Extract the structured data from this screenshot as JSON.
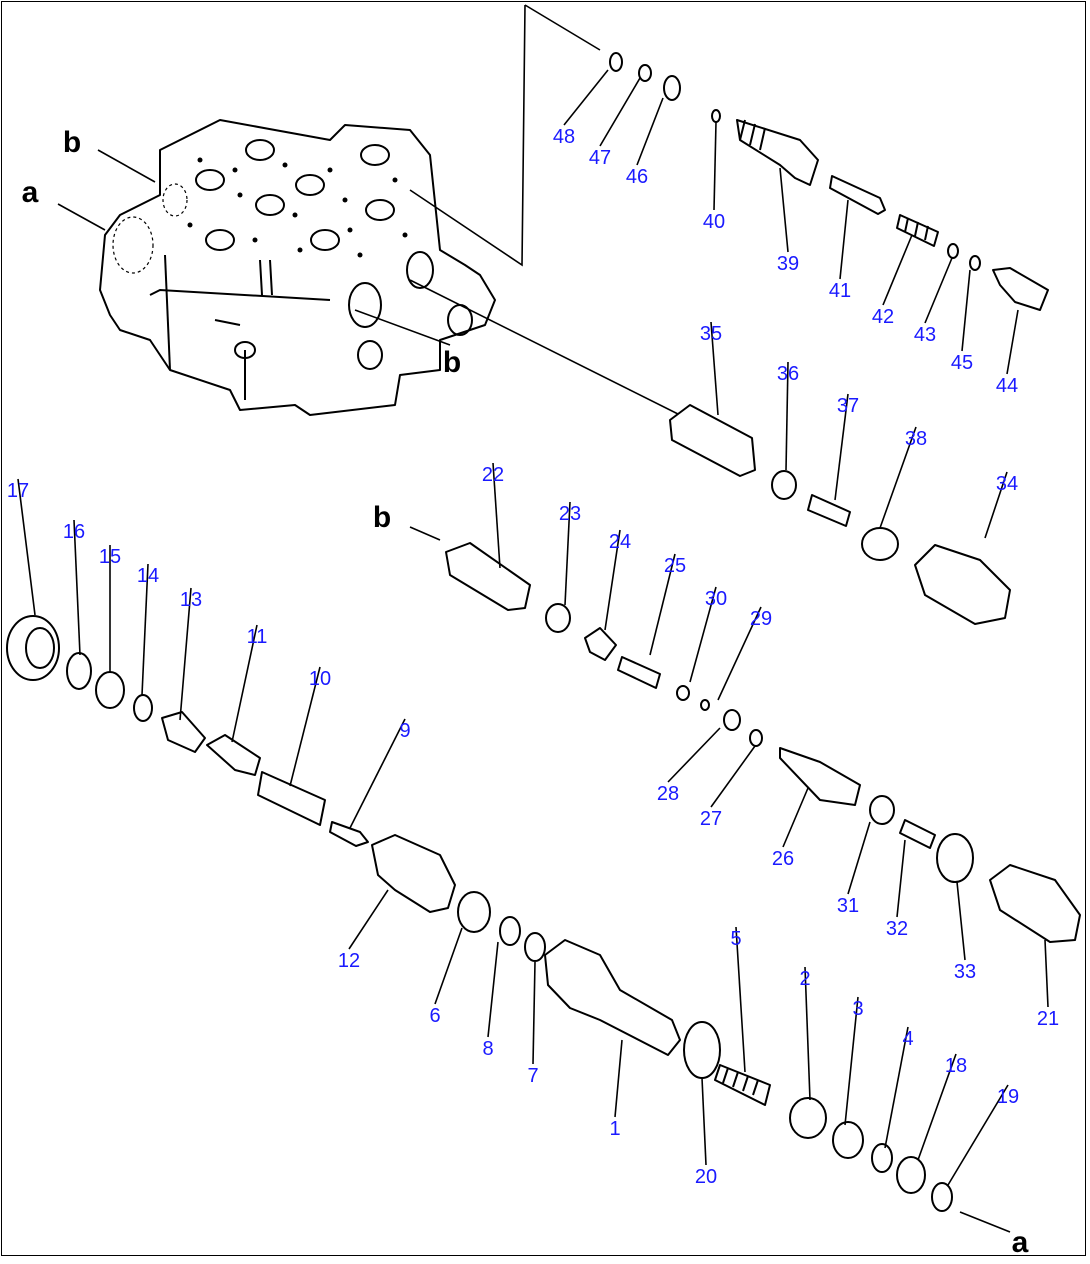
{
  "diagram": {
    "part_numbers": [
      "1",
      "2",
      "3",
      "4",
      "5",
      "6",
      "7",
      "8",
      "9",
      "10",
      "11",
      "12",
      "13",
      "14",
      "15",
      "16",
      "17",
      "18",
      "19",
      "20",
      "21",
      "22",
      "23",
      "24",
      "25",
      "26",
      "27",
      "28",
      "29",
      "30",
      "31",
      "32",
      "33",
      "34",
      "35",
      "36",
      "37",
      "38",
      "39",
      "40",
      "41",
      "42",
      "43",
      "44",
      "45",
      "46",
      "47",
      "48"
    ],
    "callout_letters": [
      "a",
      "b"
    ]
  }
}
